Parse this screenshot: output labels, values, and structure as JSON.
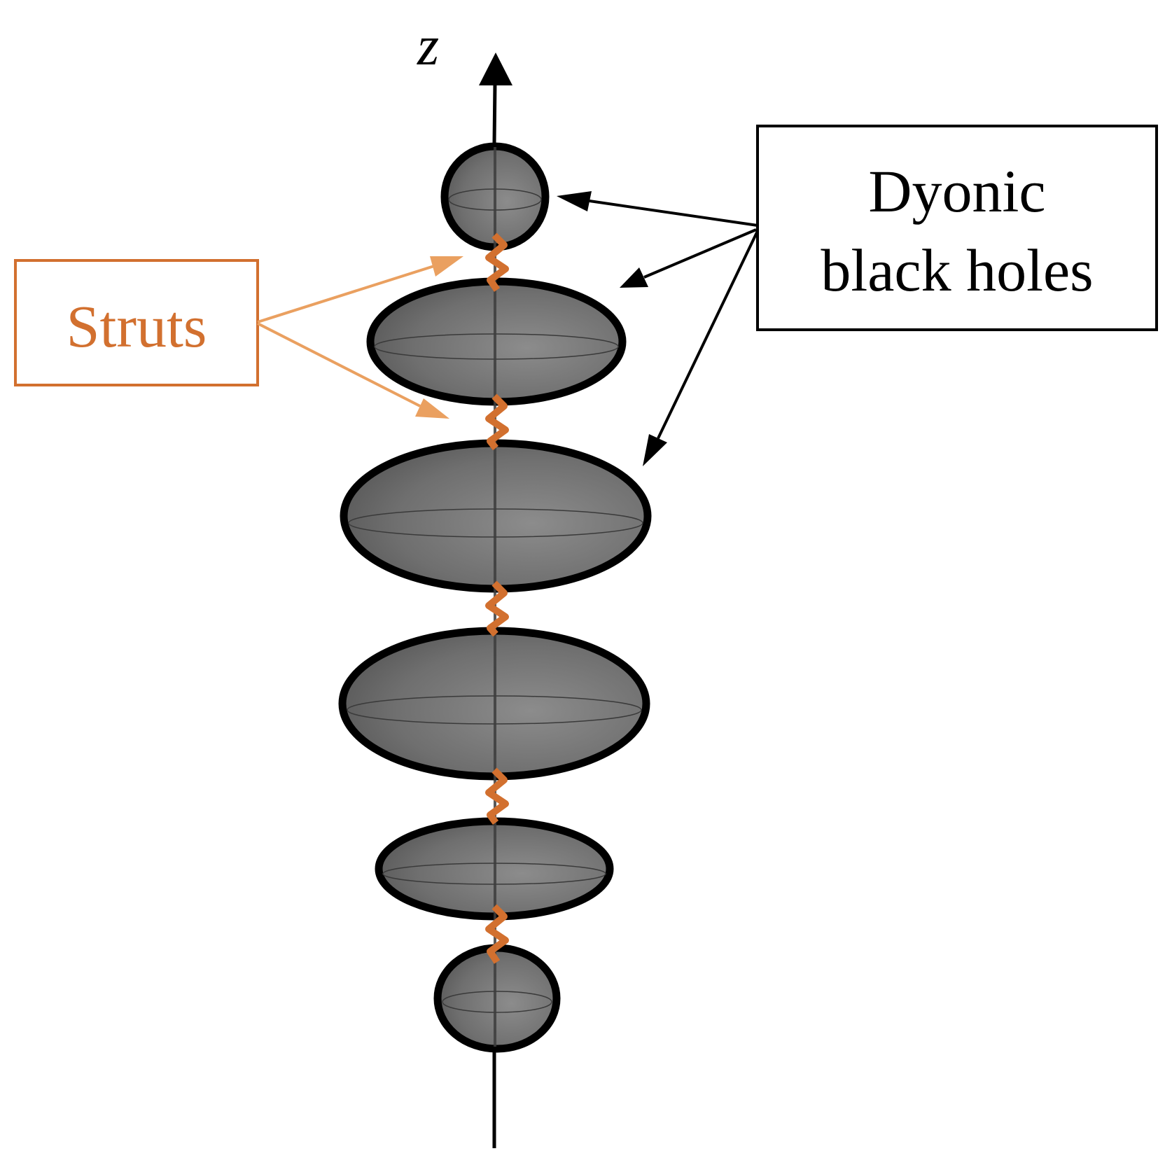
{
  "axis": {
    "label": "z"
  },
  "callouts": {
    "dyonic": {
      "line1": "Dyonic",
      "line2": "black holes"
    },
    "struts": {
      "label": "Struts"
    }
  },
  "objects": {
    "black_holes": [
      {
        "name": "black-hole-1",
        "shape": "sphere"
      },
      {
        "name": "black-hole-2",
        "shape": "oblate"
      },
      {
        "name": "black-hole-3",
        "shape": "oblate"
      },
      {
        "name": "black-hole-4",
        "shape": "oblate"
      },
      {
        "name": "black-hole-5",
        "shape": "oblate"
      },
      {
        "name": "black-hole-6",
        "shape": "sphere"
      }
    ],
    "struts_count": 5
  },
  "colors": {
    "black_hole_fill": "#6e6e6e",
    "outline": "#000000",
    "strut": "#d2702f",
    "struts_arrow": "#eaa060",
    "axis": "#000000"
  }
}
